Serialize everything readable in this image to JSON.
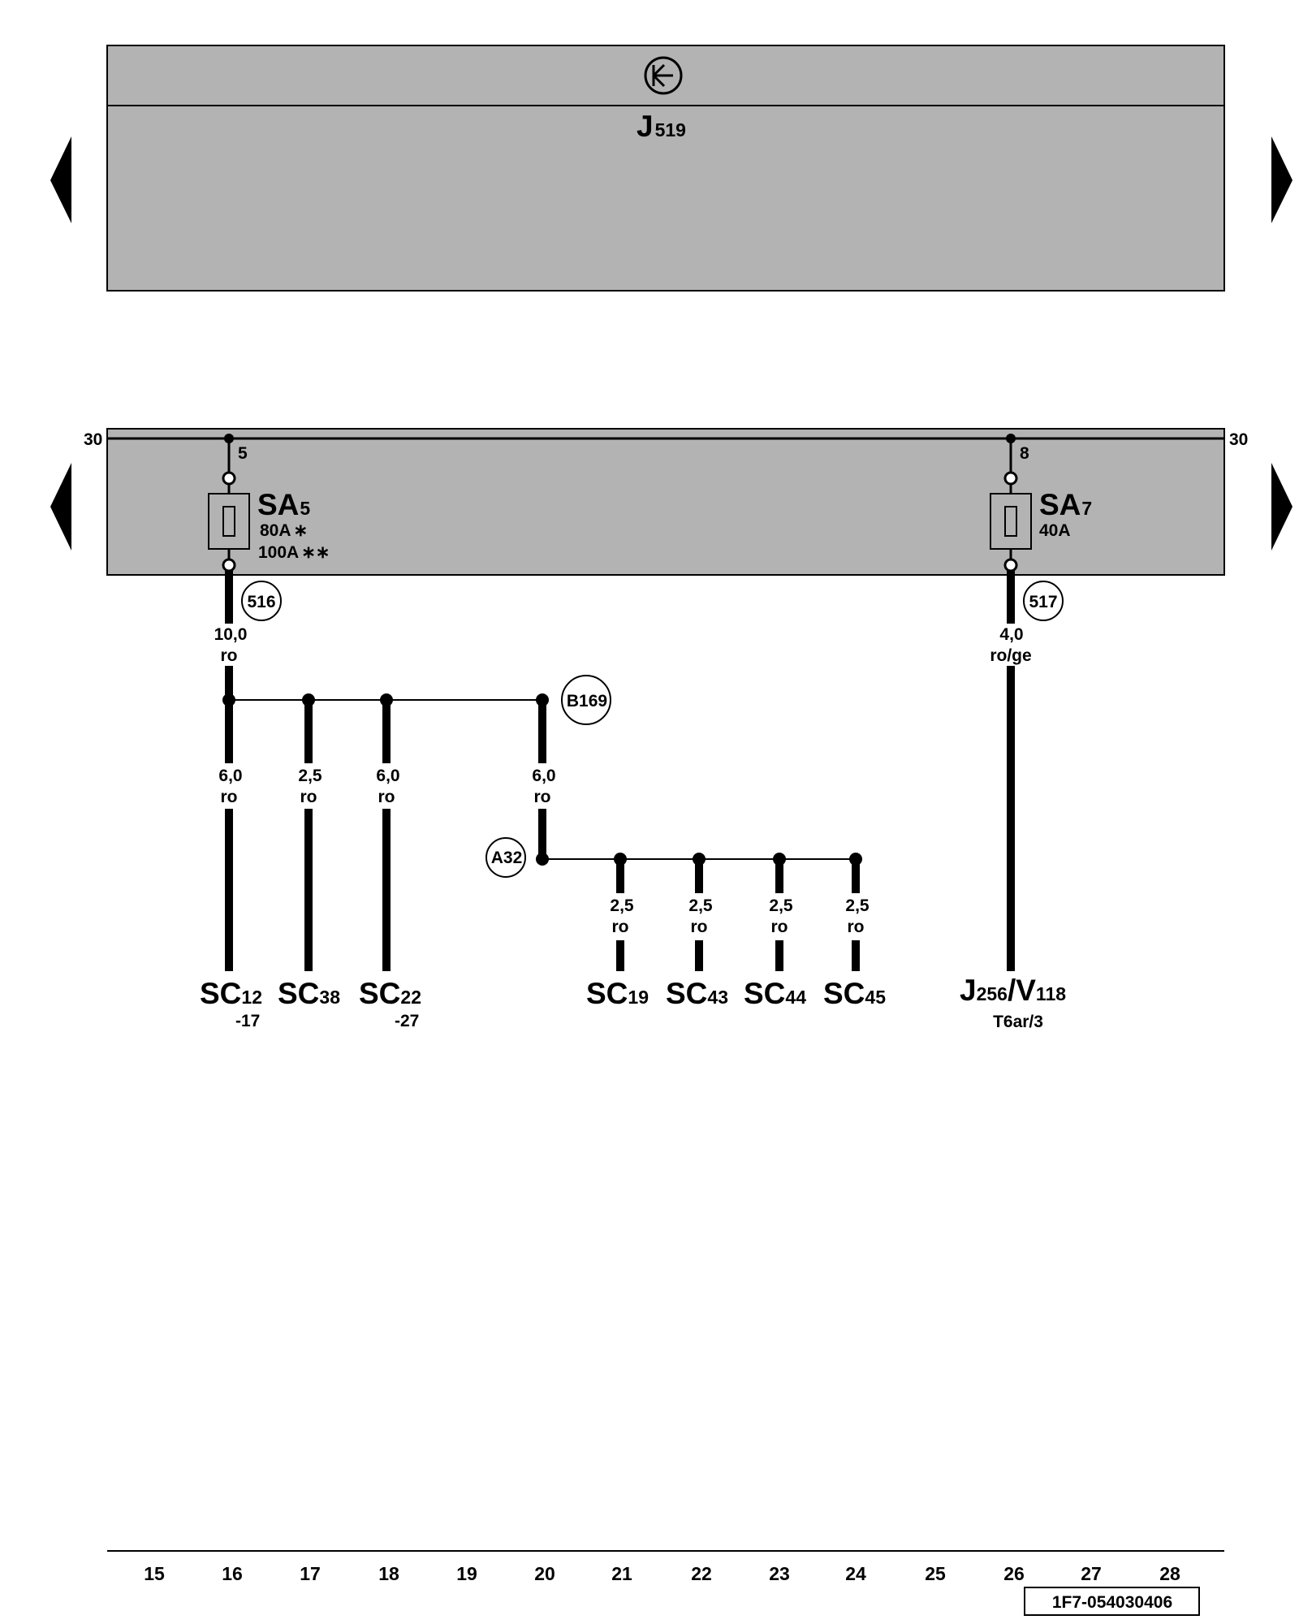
{
  "relay_box": {
    "symbol": "relay-carrier-icon",
    "name_main": "J",
    "name_sub": "519"
  },
  "fuse_box": {
    "terminal_left": "30",
    "terminal_right": "30",
    "fuses": [
      {
        "pin": "5",
        "name_main": "SA",
        "name_sub": "5",
        "rating1": "80A",
        "rating1_mark": "∗",
        "rating2": "100A",
        "rating2_mark": "∗∗"
      },
      {
        "pin": "8",
        "name_main": "SA",
        "name_sub": "7",
        "rating1": "40A"
      }
    ]
  },
  "wire_refs": {
    "w516": "516",
    "w517": "517",
    "B169": "B169",
    "A32": "A32"
  },
  "wires": {
    "sa5_out": {
      "size": "10,0",
      "color": "ro"
    },
    "sa7_out": {
      "size": "4,0",
      "color": "ro/ge"
    },
    "sc12": {
      "size": "6,0",
      "color": "ro"
    },
    "sc38": {
      "size": "2,5",
      "color": "ro"
    },
    "sc22": {
      "size": "6,0",
      "color": "ro"
    },
    "a32_feed": {
      "size": "6,0",
      "color": "ro"
    },
    "sc19": {
      "size": "2,5",
      "color": "ro"
    },
    "sc43": {
      "size": "2,5",
      "color": "ro"
    },
    "sc44": {
      "size": "2,5",
      "color": "ro"
    },
    "sc45": {
      "size": "2,5",
      "color": "ro"
    }
  },
  "endpoints": {
    "sc12": {
      "main": "SC",
      "sub": "12",
      "extra": "-17"
    },
    "sc38": {
      "main": "SC",
      "sub": "38"
    },
    "sc22": {
      "main": "SC",
      "sub": "22",
      "extra": "-27"
    },
    "sc19": {
      "main": "SC",
      "sub": "19"
    },
    "sc43": {
      "main": "SC",
      "sub": "43"
    },
    "sc44": {
      "main": "SC",
      "sub": "44"
    },
    "sc45": {
      "main": "SC",
      "sub": "45"
    },
    "j256": {
      "main1": "J",
      "sub1": "256",
      "slash": "/V",
      "sub2": "118",
      "extra": "T6ar/3"
    }
  },
  "column_numbers": [
    "15",
    "16",
    "17",
    "18",
    "19",
    "20",
    "21",
    "22",
    "23",
    "24",
    "25",
    "26",
    "27",
    "28"
  ],
  "diagram_code": "1F7-054030406",
  "colors": {
    "panel": "#b3b3b3",
    "line": "#000000",
    "background": "#ffffff"
  }
}
